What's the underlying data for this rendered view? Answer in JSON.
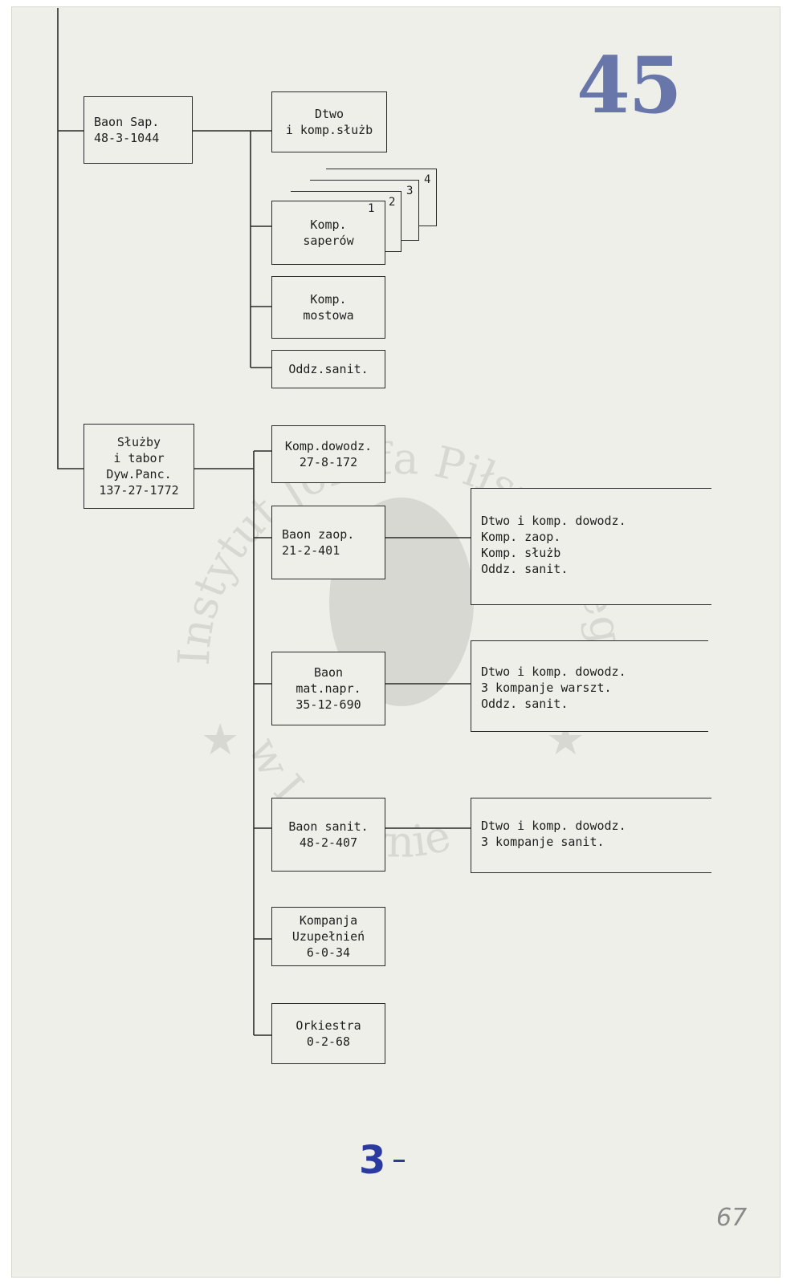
{
  "stamp_number": "45",
  "folio_number": "3",
  "pencil_number": "67",
  "watermark": {
    "top_text": "Instytut Józefa Piłsudskiego",
    "bottom_text": "w Londynie"
  },
  "units": {
    "baon_sap": {
      "name": "Baon Sap.",
      "code": "48-3-1044"
    },
    "dtwo_sluzb": {
      "line1": "Dtwo",
      "line2": "i komp.służb"
    },
    "komp_saperow": {
      "line1": "Komp.",
      "line2": "saperów",
      "stack_numbers": [
        "1",
        "2",
        "3",
        "4"
      ]
    },
    "komp_mostowa": {
      "line1": "Komp.",
      "line2": "mostowa"
    },
    "oddz_sanit": {
      "label": "Oddz.sanit."
    },
    "sluzby": {
      "line1": "Służby",
      "line2": "i tabor",
      "line3": "Dyw.Panc.",
      "code": "137-27-1772"
    },
    "komp_dowodz": {
      "line1": "Komp.dowodz.",
      "code": "27-8-172"
    },
    "baon_zaop": {
      "line1": "Baon zaop.",
      "code": "21-2-401"
    },
    "baon_mat": {
      "line1": "Baon",
      "line2": "mat.napr.",
      "code": "35-12-690"
    },
    "baon_sanit": {
      "line1": "Baon sanit.",
      "code": "48-2-407"
    },
    "komp_uzup": {
      "line1": "Kompanja",
      "line2": "Uzupełnień",
      "code": "6-0-34"
    },
    "orkiestra": {
      "line1": "Orkiestra",
      "code": "0-2-68"
    }
  },
  "sub_lists": {
    "zaop": [
      "Dtwo i komp. dowodz.",
      "Komp. zaop.",
      "Komp. służb",
      "Oddz. sanit."
    ],
    "mat": [
      "Dtwo i komp. dowodz.",
      "3 kompanje warszt.",
      "Oddz. sanit."
    ],
    "sanit": [
      "Dtwo i komp. dowodz.",
      "3 kompanje sanit."
    ]
  }
}
